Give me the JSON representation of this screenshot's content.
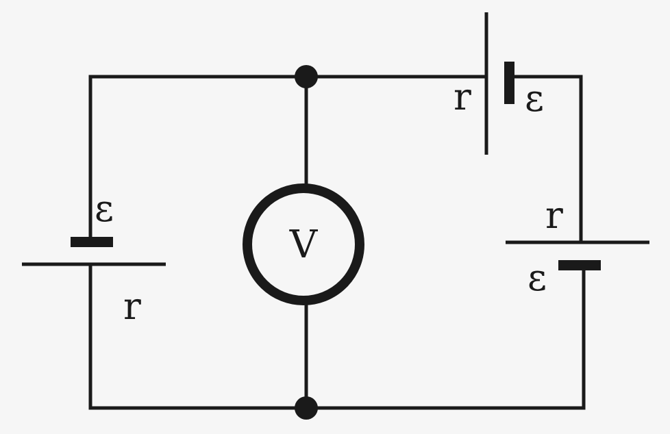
{
  "labels": {
    "left_emf": "ε",
    "left_resistance": "r",
    "top_emf": "ε",
    "top_resistance": "r",
    "right_emf": "ε",
    "right_resistance": "r",
    "voltmeter": "V"
  },
  "colors": {
    "ink": "#1a1a1a",
    "background": "#f6f6f6"
  }
}
